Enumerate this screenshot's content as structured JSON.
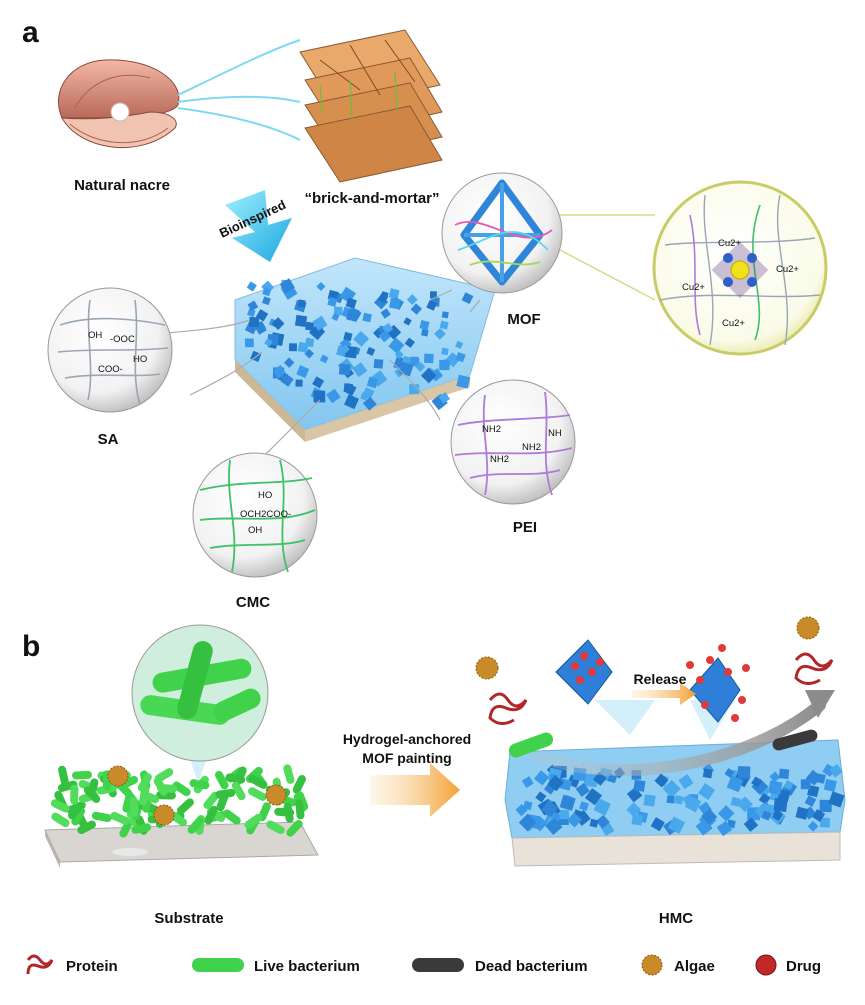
{
  "panel_a": {
    "letter": "a",
    "nacre_label": "Natural nacre",
    "brick_label": "“brick-and-mortar”",
    "bioinspired_label": "Bioinspired",
    "mof_label": "MOF",
    "sa_label": "SA",
    "cmc_label": "CMC",
    "pei_label": "PEI",
    "sa_groups": [
      "OH",
      "-OOC",
      "HO",
      "COO-"
    ],
    "cmc_groups": [
      "HO",
      "OCH2COO-",
      "OH"
    ],
    "pei_groups": [
      "NH2",
      "NH",
      "NH2",
      "NH2"
    ],
    "cu_ions": [
      "Cu2+",
      "Cu2+",
      "Cu2+",
      "Cu2+"
    ]
  },
  "panel_b": {
    "letter": "b",
    "process_line1": "Hydrogel-anchored",
    "process_line2": "MOF painting",
    "release_label": "Release",
    "substrate_label": "Substrate",
    "hmc_label": "HMC"
  },
  "legend": {
    "items": [
      {
        "label": "Protein",
        "icon": "protein-icon",
        "color": "#b3262a"
      },
      {
        "label": "Live bacterium",
        "icon": "live-bacterium-icon",
        "color": "#3cc83c"
      },
      {
        "label": "Dead bacterium",
        "icon": "dead-bacterium-icon",
        "color": "#3a3a3a"
      },
      {
        "label": "Algae",
        "icon": "algae-icon",
        "color": "#c98a2a"
      },
      {
        "label": "Drug",
        "icon": "drug-icon",
        "color": "#c0282a"
      }
    ]
  },
  "colors": {
    "hydrogel_blue": "#4aa8e8",
    "mof_blue": "#2f86d8",
    "bacteria_green": "#3fd24a",
    "arrow_orange": "#f2a83a",
    "sa_lines": "#9aa6b4",
    "cmc_lines": "#3fc06a",
    "pei_lines": "#b07ad8",
    "cu_circle": "#e8ec9a"
  }
}
